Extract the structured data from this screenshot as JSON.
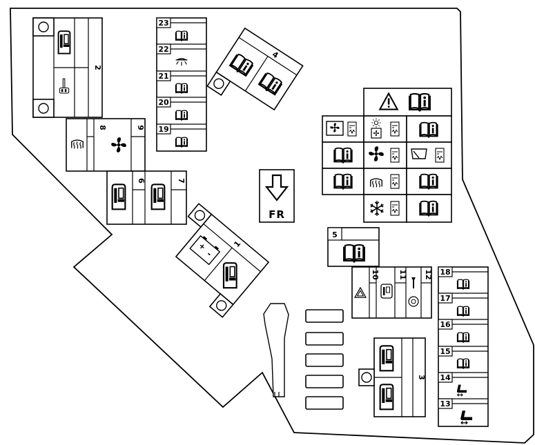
{
  "diagram": {
    "direction_label": "FR",
    "relays": {
      "r1": "1",
      "r2": "2",
      "r3": "3",
      "r4": "4",
      "r5": "5",
      "r6": "6",
      "r7": "7",
      "r8": "8",
      "r9": "9",
      "r10": "10",
      "r11": "11",
      "r12": "12"
    },
    "fuses": {
      "f13": "13",
      "f14": "14",
      "f15": "15",
      "f16": "16",
      "f17": "17",
      "f18": "18",
      "f19": "19",
      "f20": "20",
      "f21": "21",
      "f22": "22",
      "f23": "23"
    },
    "icon_names": [
      "manual-book-icon",
      "warning-triangle-icon",
      "fan-icon",
      "rear-defroster-icon",
      "snowflake-icon",
      "wiper-icon",
      "horn-icon",
      "hazard-icon",
      "seat-icon",
      "battery-icon",
      "interior-light-icon",
      "fuel-pump-icon",
      "ignition-key-icon",
      "relay-coil-icon"
    ],
    "colors": {
      "line": "#000000",
      "background": "#ffffff"
    }
  }
}
